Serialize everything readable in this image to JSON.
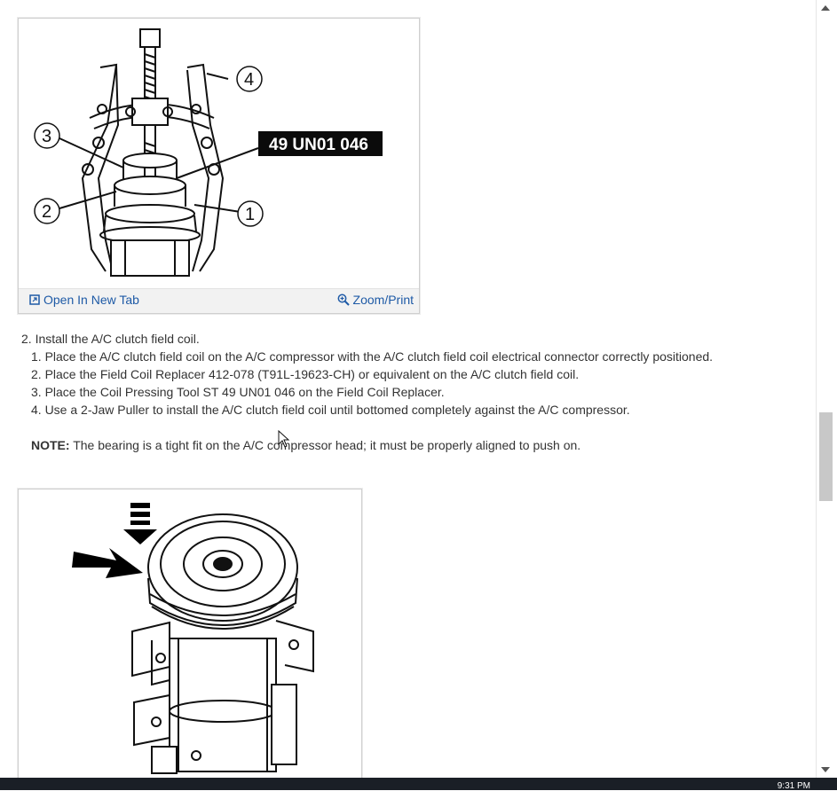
{
  "figure1": {
    "callouts": [
      "1",
      "2",
      "3",
      "4"
    ],
    "tool_label": "49 UN01 046",
    "open_new_tab_label": "Open In New Tab",
    "open_new_tab_icon": "open-new-tab-icon",
    "zoom_print_label": "Zoom/Print",
    "zoom_icon": "zoom-icon"
  },
  "instructions": {
    "main_step": "2. Install the A/C clutch field coil.",
    "substeps": [
      "1. Place the A/C clutch field coil on the A/C compressor with the A/C clutch field coil electrical connector correctly positioned.",
      "2. Place the Field Coil Replacer 412-078 (T91L-19623-CH) or equivalent on the A/C clutch field coil.",
      "3. Place the Coil Pressing Tool ST 49 UN01 046 on the Field Coil Replacer.",
      "4. Use a 2-Jaw Puller to install the A/C clutch field coil until bottomed completely against the A/C compressor."
    ],
    "note_label": "NOTE:",
    "note_text": " The bearing is a tight fit on the A/C compressor head; it must be properly aligned to push on."
  },
  "taskbar": {
    "clock": "9:31 PM"
  },
  "colors": {
    "link": "#1e5aa6",
    "text": "#333333",
    "taskbar": "#1a1f26"
  }
}
